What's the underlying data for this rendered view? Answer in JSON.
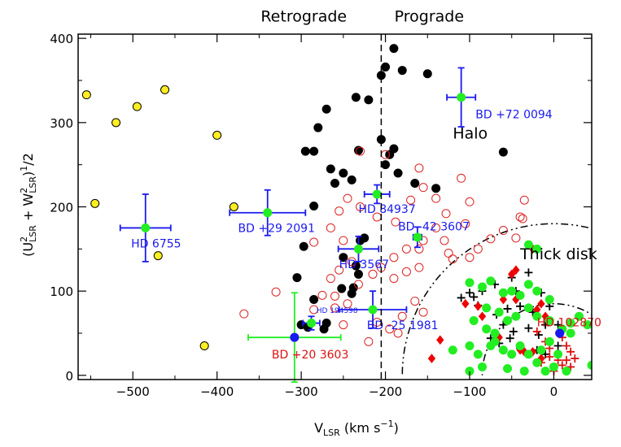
{
  "chart_data": {
    "type": "scatter",
    "title": "",
    "xlabel": {
      "main": "V",
      "sub": "LSR",
      "rest": " (km s",
      "sup": "−1",
      "end": ")"
    },
    "ylabel": {
      "open": "(U",
      "u_sup": "2",
      "u_sub": "LSR",
      "plus": " + W",
      "w_sup": "2",
      "w_sub": "LSR",
      "close": ")",
      "power": "1",
      "tail": "/2"
    },
    "xlim": [
      -565,
      45
    ],
    "ylim": [
      -5,
      405
    ],
    "xticks": [
      -500,
      -400,
      -300,
      -200,
      -100,
      0
    ],
    "xtick_labels": [
      "−500",
      "−400",
      "−300",
      "−200",
      "−100",
      "0"
    ],
    "yticks": [
      0,
      100,
      200,
      300,
      400
    ],
    "ytick_labels": [
      "0",
      "100",
      "200",
      "300",
      "400"
    ],
    "grid": false,
    "divider_x": -205,
    "region_labels": [
      {
        "text": "Retrograde",
        "x": -297,
        "y": 420,
        "anchor": "middle"
      },
      {
        "text": "Prograde",
        "x": -148,
        "y": 420,
        "anchor": "middle"
      },
      {
        "text": "Halo",
        "x": -120,
        "y": 281,
        "anchor": "start"
      },
      {
        "text": "Thick disk",
        "x": -40,
        "y": 138,
        "anchor": "start"
      }
    ],
    "curves": [
      {
        "name": "thick-disk-boundary",
        "center": 0,
        "radius": 180,
        "dash": "9,4,2,4,2,4"
      },
      {
        "name": "thin-disk-boundary",
        "center": 0,
        "radius": 85,
        "dash": "9,4,2,4,2,4"
      }
    ],
    "series": [
      {
        "marker": "filled-circle",
        "fill": "#000000",
        "stroke": "#000000",
        "points": [
          [
            -190,
            388
          ],
          [
            -200,
            366
          ],
          [
            -205,
            356
          ],
          [
            -180,
            362
          ],
          [
            -150,
            358
          ],
          [
            -220,
            327
          ],
          [
            -235,
            330
          ],
          [
            -270,
            316
          ],
          [
            -280,
            294
          ],
          [
            -285,
            266
          ],
          [
            -295,
            266
          ],
          [
            -265,
            245
          ],
          [
            -250,
            240
          ],
          [
            -240,
            232
          ],
          [
            -260,
            228
          ],
          [
            -232,
            267
          ],
          [
            -205,
            280
          ],
          [
            -195,
            262
          ],
          [
            -190,
            269
          ],
          [
            -185,
            240
          ],
          [
            -200,
            250
          ],
          [
            -165,
            228
          ],
          [
            -140,
            222
          ],
          [
            -60,
            265
          ],
          [
            -285,
            201
          ],
          [
            -297,
            153
          ],
          [
            -305,
            116
          ],
          [
            -250,
            140
          ],
          [
            -235,
            130
          ],
          [
            -232,
            120
          ],
          [
            -238,
            104
          ],
          [
            -252,
            103
          ],
          [
            -225,
            163
          ],
          [
            -230,
            160
          ],
          [
            -270,
            62
          ],
          [
            -292,
            57
          ],
          [
            -273,
            55
          ],
          [
            -285,
            90
          ],
          [
            -300,
            60
          ],
          [
            -240,
            97
          ]
        ]
      },
      {
        "marker": "open-circle",
        "fill": "none",
        "stroke": "#dd2222",
        "points": [
          [
            -230,
            266
          ],
          [
            -200,
            262
          ],
          [
            -160,
            246
          ],
          [
            -155,
            223
          ],
          [
            -110,
            234
          ],
          [
            -100,
            206
          ],
          [
            -140,
            210
          ],
          [
            -128,
            192
          ],
          [
            -140,
            175
          ],
          [
            -155,
            160
          ],
          [
            -160,
            150
          ],
          [
            -130,
            160
          ],
          [
            -125,
            145
          ],
          [
            -120,
            138
          ],
          [
            -100,
            140
          ],
          [
            -90,
            150
          ],
          [
            -75,
            162
          ],
          [
            -60,
            172
          ],
          [
            -40,
            188
          ],
          [
            -37,
            186
          ],
          [
            -35,
            208
          ],
          [
            -45,
            163
          ],
          [
            -105,
            180
          ],
          [
            -170,
            208
          ],
          [
            -188,
            182
          ],
          [
            -210,
            188
          ],
          [
            -230,
            200
          ],
          [
            -245,
            210
          ],
          [
            -255,
            195
          ],
          [
            -265,
            175
          ],
          [
            -285,
            158
          ],
          [
            -250,
            160
          ],
          [
            -240,
            135
          ],
          [
            -255,
            125
          ],
          [
            -265,
            115
          ],
          [
            -190,
            140
          ],
          [
            -175,
            150
          ],
          [
            -160,
            128
          ],
          [
            -175,
            123
          ],
          [
            -190,
            115
          ],
          [
            -205,
            128
          ],
          [
            -215,
            120
          ],
          [
            -232,
            108
          ],
          [
            -245,
            85
          ],
          [
            -260,
            80
          ],
          [
            -260,
            94
          ],
          [
            -275,
            95
          ],
          [
            -285,
            78
          ],
          [
            -250,
            60
          ],
          [
            -220,
            40
          ],
          [
            -210,
            63
          ],
          [
            -195,
            55
          ],
          [
            -185,
            50
          ],
          [
            -180,
            70
          ],
          [
            -165,
            88
          ],
          [
            -155,
            75
          ],
          [
            -330,
            99
          ],
          [
            -368,
            73
          ]
        ]
      },
      {
        "marker": "filled-circle",
        "fill": "#ffee22",
        "stroke": "#000000",
        "points": [
          [
            -555,
            333
          ],
          [
            -545,
            204
          ],
          [
            -520,
            300
          ],
          [
            -495,
            319
          ],
          [
            -462,
            339
          ],
          [
            -470,
            142
          ],
          [
            -400,
            285
          ],
          [
            -380,
            200
          ],
          [
            -415,
            35
          ]
        ]
      },
      {
        "marker": "plus",
        "fill": "none",
        "stroke": "#000000",
        "points": [
          [
            -100,
            98
          ],
          [
            -95,
            93
          ],
          [
            -85,
            100
          ],
          [
            -70,
            108
          ],
          [
            -50,
            116
          ],
          [
            -45,
            100
          ],
          [
            -30,
            122
          ],
          [
            -15,
            98
          ],
          [
            -5,
            82
          ],
          [
            -25,
            75
          ],
          [
            -40,
            82
          ],
          [
            -55,
            79
          ],
          [
            -68,
            72
          ],
          [
            -60,
            60
          ],
          [
            -48,
            52
          ],
          [
            -30,
            56
          ],
          [
            -18,
            48
          ],
          [
            -10,
            60
          ],
          [
            5,
            60
          ],
          [
            -52,
            44
          ],
          [
            -65,
            38
          ],
          [
            -40,
            32
          ],
          [
            -20,
            30
          ],
          [
            -10,
            25
          ],
          [
            5,
            35
          ],
          [
            -75,
            44
          ],
          [
            -110,
            92
          ],
          [
            -90,
            83
          ]
        ]
      },
      {
        "marker": "plus",
        "fill": "none",
        "stroke": "#dd1111",
        "points": [
          [
            -20,
            52
          ],
          [
            -10,
            40
          ],
          [
            -5,
            32
          ],
          [
            10,
            45
          ],
          [
            15,
            35
          ],
          [
            20,
            28
          ],
          [
            -5,
            22
          ],
          [
            5,
            18
          ],
          [
            10,
            12
          ],
          [
            15,
            18
          ],
          [
            20,
            10
          ],
          [
            0,
            5
          ],
          [
            -15,
            15
          ],
          [
            25,
            20
          ]
        ]
      },
      {
        "marker": "diamond",
        "fill": "#ee0000",
        "stroke": "#ee0000",
        "points": [
          [
            -25,
            150
          ],
          [
            -45,
            125
          ],
          [
            -50,
            120
          ],
          [
            -90,
            82
          ],
          [
            -105,
            85
          ],
          [
            -85,
            70
          ],
          [
            -60,
            90
          ],
          [
            -45,
            90
          ],
          [
            -15,
            85
          ],
          [
            -20,
            78
          ],
          [
            -10,
            70
          ],
          [
            -135,
            42
          ],
          [
            -145,
            20
          ],
          [
            -65,
            45
          ],
          [
            -40,
            30
          ],
          [
            -35,
            28
          ],
          [
            -25,
            28
          ],
          [
            -15,
            20
          ],
          [
            -30,
            80
          ]
        ]
      },
      {
        "marker": "filled-circle",
        "fill": "#22ee22",
        "stroke": "#22ee22",
        "points": [
          [
            -30,
            155
          ],
          [
            -20,
            150
          ],
          [
            -100,
            110
          ],
          [
            -85,
            105
          ],
          [
            -75,
            112
          ],
          [
            -60,
            98
          ],
          [
            -50,
            100
          ],
          [
            -40,
            95
          ],
          [
            -30,
            108
          ],
          [
            -20,
            100
          ],
          [
            -5,
            90
          ],
          [
            -80,
            80
          ],
          [
            -65,
            75
          ],
          [
            -55,
            65
          ],
          [
            -45,
            70
          ],
          [
            -30,
            80
          ],
          [
            -20,
            70
          ],
          [
            -5,
            65
          ],
          [
            10,
            55
          ],
          [
            20,
            62
          ],
          [
            30,
            70
          ],
          [
            -100,
            35
          ],
          [
            -90,
            25
          ],
          [
            -85,
            10
          ],
          [
            -75,
            35
          ],
          [
            -70,
            40
          ],
          [
            -60,
            30
          ],
          [
            -50,
            25
          ],
          [
            -40,
            35
          ],
          [
            -30,
            25
          ],
          [
            -20,
            15
          ],
          [
            -10,
            5
          ],
          [
            0,
            10
          ],
          [
            15,
            5
          ],
          [
            -55,
            8
          ],
          [
            -35,
            5
          ],
          [
            -15,
            30
          ],
          [
            -5,
            40
          ],
          [
            5,
            25
          ],
          [
            -100,
            5
          ],
          [
            -120,
            30
          ],
          [
            -95,
            65
          ],
          [
            -80,
            55
          ],
          [
            20,
            50
          ],
          [
            40,
            60
          ],
          [
            45,
            12
          ],
          [
            -70,
            50
          ]
        ]
      },
      {
        "marker": "filled-circle",
        "fill": "#1a1aee",
        "stroke": "#1a1aee",
        "points": [
          [
            -308,
            45
          ],
          [
            7,
            50
          ]
        ]
      }
    ],
    "labeled_stars": [
      {
        "name": "HD 6755",
        "x": -485,
        "y": 175,
        "xerr": 30,
        "yerr": 40,
        "color": "#1a1aee",
        "point": "#22ee22",
        "label_x": -502,
        "label_y": 152,
        "font": 14
      },
      {
        "name": "BD +29 2091",
        "x": -340,
        "y": 193,
        "xerr": 45,
        "yerr": 27,
        "color": "#1a1aee",
        "point": "#22ee22",
        "label_x": -375,
        "label_y": 170,
        "font": 14
      },
      {
        "name": "HD 84937",
        "x": -210,
        "y": 215,
        "xerr": 15,
        "yerr": 11,
        "color": "#1a1aee",
        "point": "#22ee22",
        "label_x": -232,
        "label_y": 193,
        "font": 14
      },
      {
        "name": "BD +72 0094",
        "x": -110,
        "y": 330,
        "xerr": 17,
        "yerr": 35,
        "color": "#1a1aee",
        "point": "#22ee22",
        "label_x": -93,
        "label_y": 305,
        "font": 14
      },
      {
        "name": "BD -42 3607",
        "x": -162,
        "y": 164,
        "xerr": 5,
        "yerr": 12,
        "color": "#1a1aee",
        "point": "#22ee22",
        "label_x": -185,
        "label_y": 172,
        "font": 14
      },
      {
        "name": "HD 3567",
        "x": -232,
        "y": 150,
        "xerr": 24,
        "yerr": 15,
        "color": "#1a1aee",
        "point": "#22ee22",
        "label_x": -255,
        "label_y": 127,
        "font": 14
      },
      {
        "name": "BD -25 1981",
        "x": -215,
        "y": 78,
        "xerr": 40,
        "yerr": 22,
        "color": "#1a1aee",
        "point": "#22ee22",
        "label_x": -222,
        "label_y": 55,
        "font": 14
      },
      {
        "name": "HD 194598",
        "x": -288,
        "y": 62,
        "xerr": 10,
        "yerr": 8,
        "color": "#1a1aee",
        "point": "#22ee22",
        "label_x": -282,
        "label_y": 74,
        "font": 9
      },
      {
        "name": "BD +20 3603",
        "x": -308,
        "y": 45,
        "xerr": 55,
        "yerr": 53,
        "color": "#22ee22",
        "point": "#1a1aee",
        "label_x": -335,
        "label_y": 20,
        "font": 14,
        "label_color": "#dd1111"
      },
      {
        "name": "HD 102870",
        "x": 7,
        "y": 50,
        "xerr": 0,
        "yerr": 0,
        "color": "#1a1aee",
        "point": "#1a1aee",
        "label_x": -20,
        "label_y": 58,
        "font": 14,
        "label_color": "#dd1111"
      }
    ]
  }
}
